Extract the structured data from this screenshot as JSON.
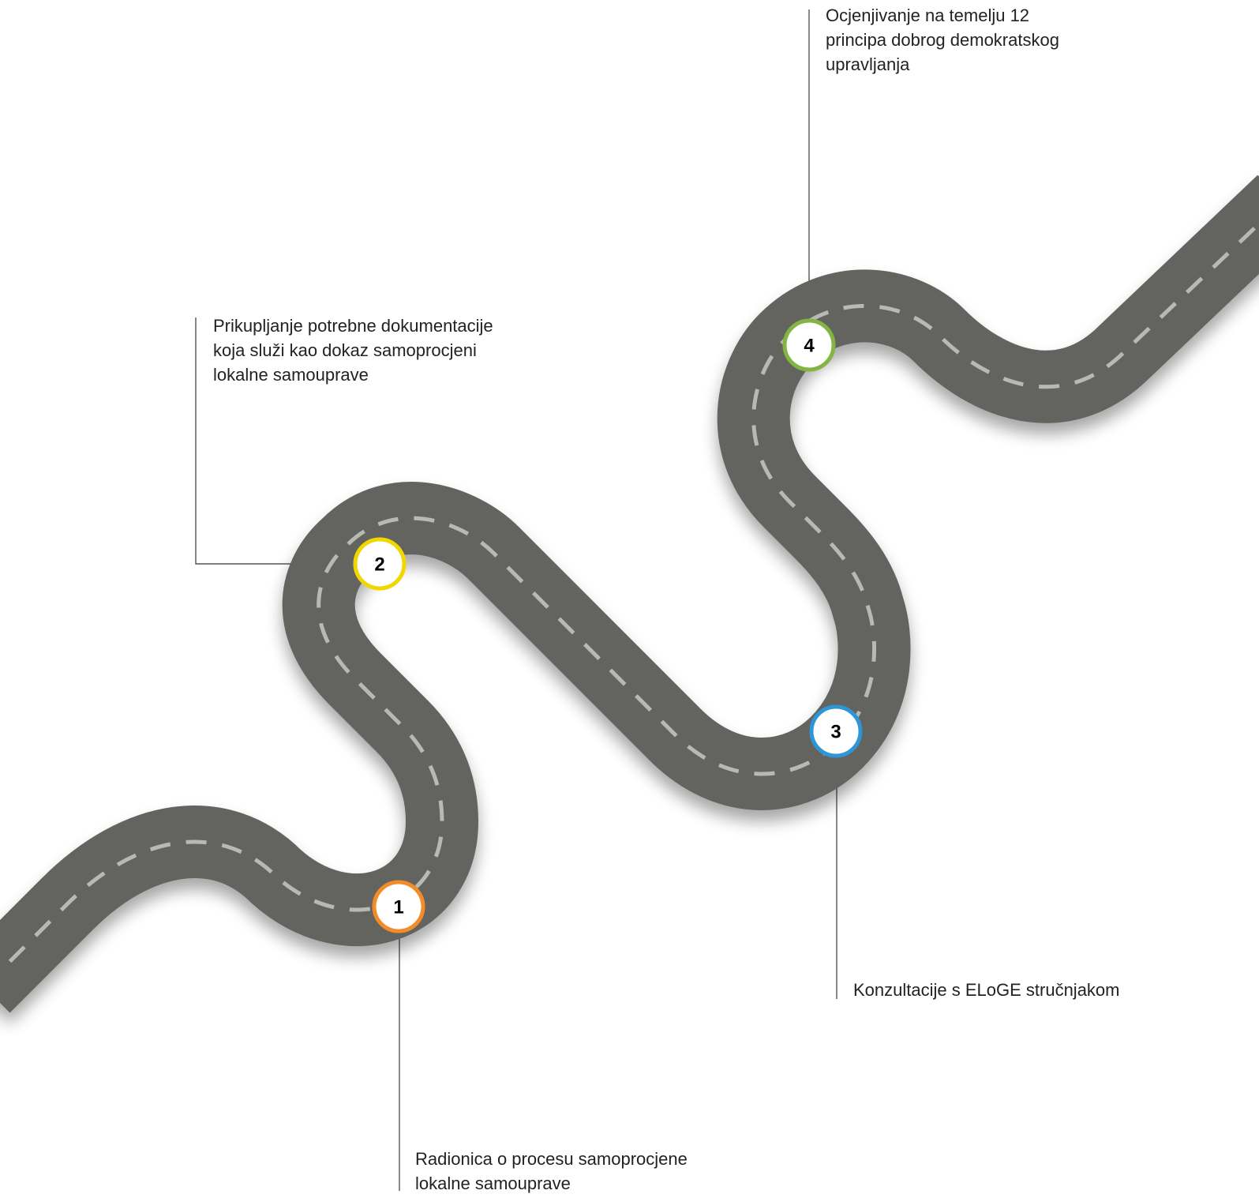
{
  "steps": [
    {
      "number": "1",
      "color": "#F28C28",
      "lines": [
        "Radionica o procesu samoprocjene",
        "lokalne samouprave"
      ]
    },
    {
      "number": "2",
      "color": "#F2D600",
      "lines": [
        "Prikupljanje potrebne dokumentacije",
        "koja služi kao dokaz samoprocjeni",
        "lokalne samouprave"
      ]
    },
    {
      "number": "3",
      "color": "#2E96D6",
      "lines": [
        "Konzultacije s ELoGE stručnjakom"
      ]
    },
    {
      "number": "4",
      "color": "#82B541",
      "lines": [
        "Ocjenjivanje na temelju 12",
        "principa dobrog demokratskog",
        "upravljanja"
      ]
    }
  ],
  "colors": {
    "road": "#636361",
    "lane_marking": "#B8B8B5",
    "connector_line": "#555555",
    "marker_fill": "#FFFFFF"
  }
}
